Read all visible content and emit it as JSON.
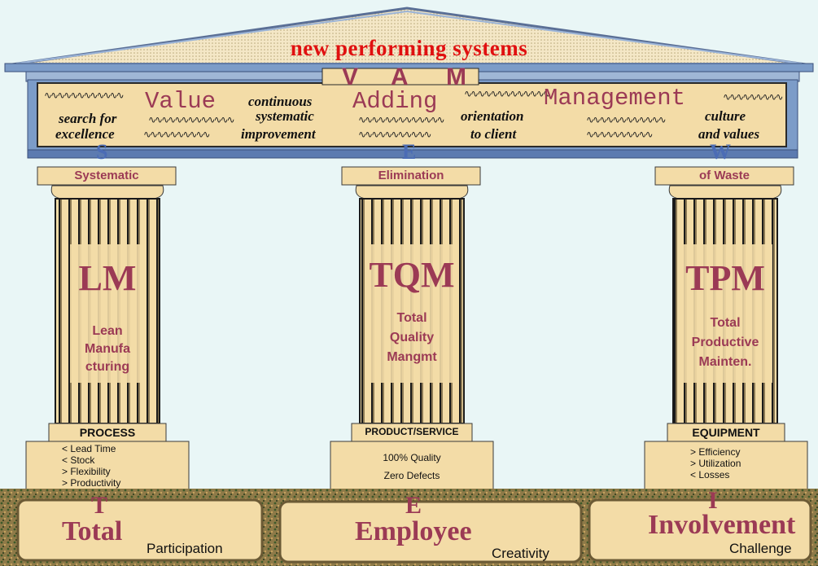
{
  "roof": {
    "title": "new performing systems"
  },
  "entablature": {
    "acronym": [
      "V",
      "A",
      "M"
    ],
    "words": [
      "Value",
      "Adding",
      "Management"
    ],
    "phrases": [
      {
        "line1": "search for",
        "line2": "excellence"
      },
      {
        "line1": "continuous",
        "line2": "systematic",
        "line3": "improvement"
      },
      {
        "line1": "orientation",
        "line2": "to client"
      },
      {
        "line1": "culture",
        "line2": "and values"
      }
    ],
    "sew": [
      "S",
      "E",
      "W"
    ]
  },
  "pillars": [
    {
      "capital": "Systematic",
      "acronym": "LM",
      "desc": [
        "Lean",
        "Manufa",
        "cturing"
      ],
      "base_head": "PROCESS",
      "base_items": [
        "< Lead Time",
        "< Stock",
        "> Flexibility",
        "> Productivity"
      ]
    },
    {
      "capital": "Elimination",
      "acronym": "TQM",
      "desc": [
        "Total",
        "Quality",
        "Mangmt"
      ],
      "base_head": "PRODUCT/SERVICE",
      "base_items": [
        "100% Quality",
        "Zero Defects"
      ]
    },
    {
      "capital": "of Waste",
      "acronym": "TPM",
      "desc": [
        "Total",
        "Productive",
        "Mainten."
      ],
      "base_head": "EQUIPMENT",
      "base_items": [
        "> Efficiency",
        "> Utilization",
        "< Losses"
      ]
    }
  ],
  "foundation": [
    {
      "letter": "T",
      "word": "Total",
      "sub": "Participation"
    },
    {
      "letter": "E",
      "word": "Employee",
      "sub": "Creativity"
    },
    {
      "letter": "I",
      "word": "Involvement",
      "sub": "Challenge"
    }
  ],
  "colors": {
    "maroon": "#9b3a55",
    "roof_title": "#e01010",
    "stone": "#f3dca7",
    "steel_blue": "#7c9cc8",
    "sky": "#e9f6f6"
  }
}
